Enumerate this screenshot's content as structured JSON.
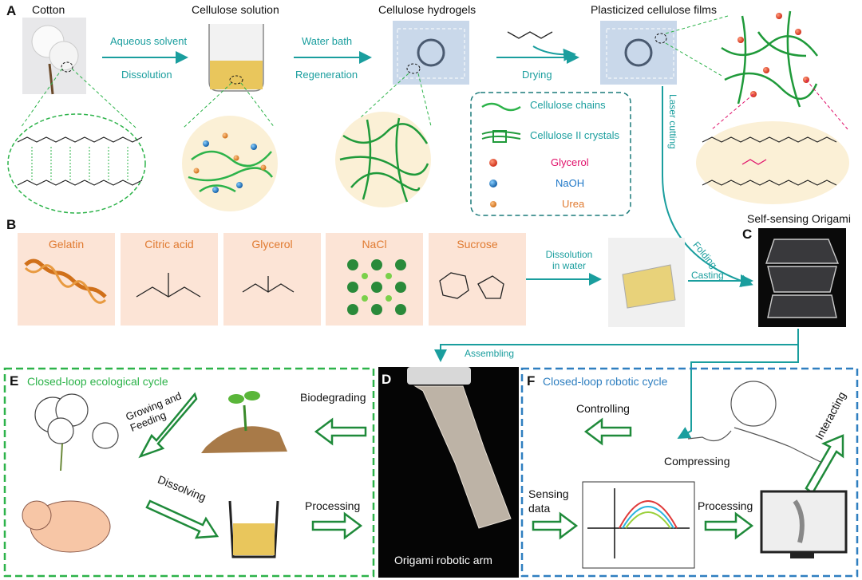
{
  "panels": {
    "a": "A",
    "b": "B",
    "c": "C",
    "d": "D",
    "e": "E",
    "f": "F"
  },
  "row_a": {
    "cotton": "Cotton",
    "solution": "Cellulose solution",
    "hydrogels": "Cellulose hydrogels",
    "films": "Plasticized cellulose films",
    "aqueous_solvent": "Aqueous solvent",
    "dissolution": "Dissolution",
    "water_bath": "Water bath",
    "regeneration": "Regeneration",
    "drying": "Drying",
    "laser_cutting": "Laser cutting",
    "folding": "Folding"
  },
  "legend": {
    "chains": "Cellulose chains",
    "crystals": "Cellulose II crystals",
    "glycerol": "Glycerol",
    "naoh": "NaOH",
    "urea": "Urea"
  },
  "row_b": {
    "gelatin": "Gelatin",
    "citric_acid": "Citric acid",
    "glycerol": "Glycerol",
    "nacl": "NaCl",
    "sucrose": "Sucrose",
    "dissolution_in_water": "Dissolution in water",
    "casting": "Casting"
  },
  "origami_title": "Self-sensing Origami",
  "assembling": "Assembling",
  "panel_e": {
    "title": "Closed-loop ecological cycle",
    "growing": "Growing and Feeding",
    "biodegrading": "Biodegrading",
    "dissolving": "Dissolving",
    "processing": "Processing"
  },
  "panel_d": {
    "caption": "Origami robotic arm"
  },
  "panel_f": {
    "title": "Closed-loop robotic cycle",
    "controlling": "Controlling",
    "compressing": "Compressing",
    "interacting": "Interacting",
    "sensing_data": "Sensing data",
    "processing": "Processing"
  },
  "colors": {
    "teal": "#1a9e9e",
    "green": "#1f8a3a",
    "eco_border": "#2db34a",
    "robot_border": "#2f7fc0",
    "chem_bg": "#fce4d6",
    "glycerol": "#e0106a",
    "naoh": "#1f78c8",
    "urea": "#e07a30"
  }
}
